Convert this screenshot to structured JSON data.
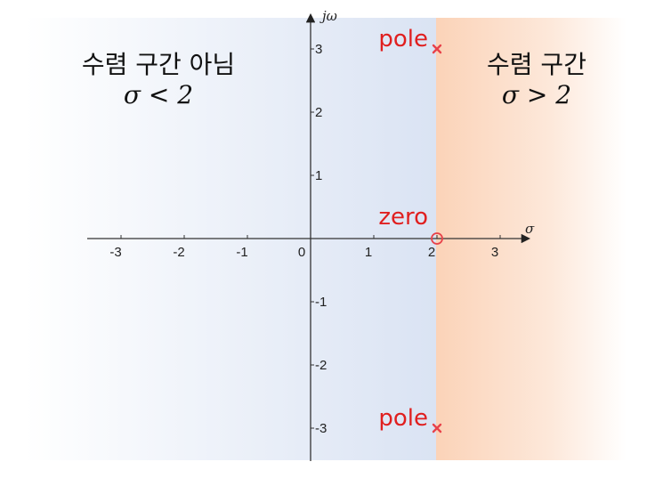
{
  "regions": {
    "left_label": "수렴 구간 아님",
    "left_condition": "σ < 2",
    "right_label": "수렴 구간",
    "right_condition": "σ > 2"
  },
  "axes": {
    "x_label": "σ",
    "y_label": "jω",
    "x_range": [
      -3.5,
      3.5
    ],
    "y_range": [
      -3.5,
      3.5
    ],
    "x_ticks": [
      {
        "value": -3,
        "label": "-3"
      },
      {
        "value": -2,
        "label": "-2"
      },
      {
        "value": -1,
        "label": "-1"
      },
      {
        "value": 0,
        "label": "0"
      },
      {
        "value": 1,
        "label": "1"
      },
      {
        "value": 2,
        "label": "2"
      },
      {
        "value": 3,
        "label": "3"
      }
    ],
    "y_ticks": [
      {
        "value": 3,
        "label": "3"
      },
      {
        "value": 2,
        "label": "2"
      },
      {
        "value": 1,
        "label": "1"
      },
      {
        "value": -1,
        "label": "-1"
      },
      {
        "value": -2,
        "label": "-2"
      },
      {
        "value": -3,
        "label": "-3"
      }
    ]
  },
  "boundary": 2,
  "markers": [
    {
      "kind": "pole",
      "label": "pole",
      "x": 2,
      "y": 3
    },
    {
      "kind": "zero",
      "label": "zero",
      "x": 2,
      "y": 0
    },
    {
      "kind": "pole",
      "label": "pole",
      "x": 2,
      "y": -3
    }
  ],
  "colors": {
    "left_region": "#dde6f4",
    "right_region": "#fbd7bf",
    "axis": "#333333",
    "marker": "#e8424a",
    "marker_text": "#e01f1f"
  }
}
